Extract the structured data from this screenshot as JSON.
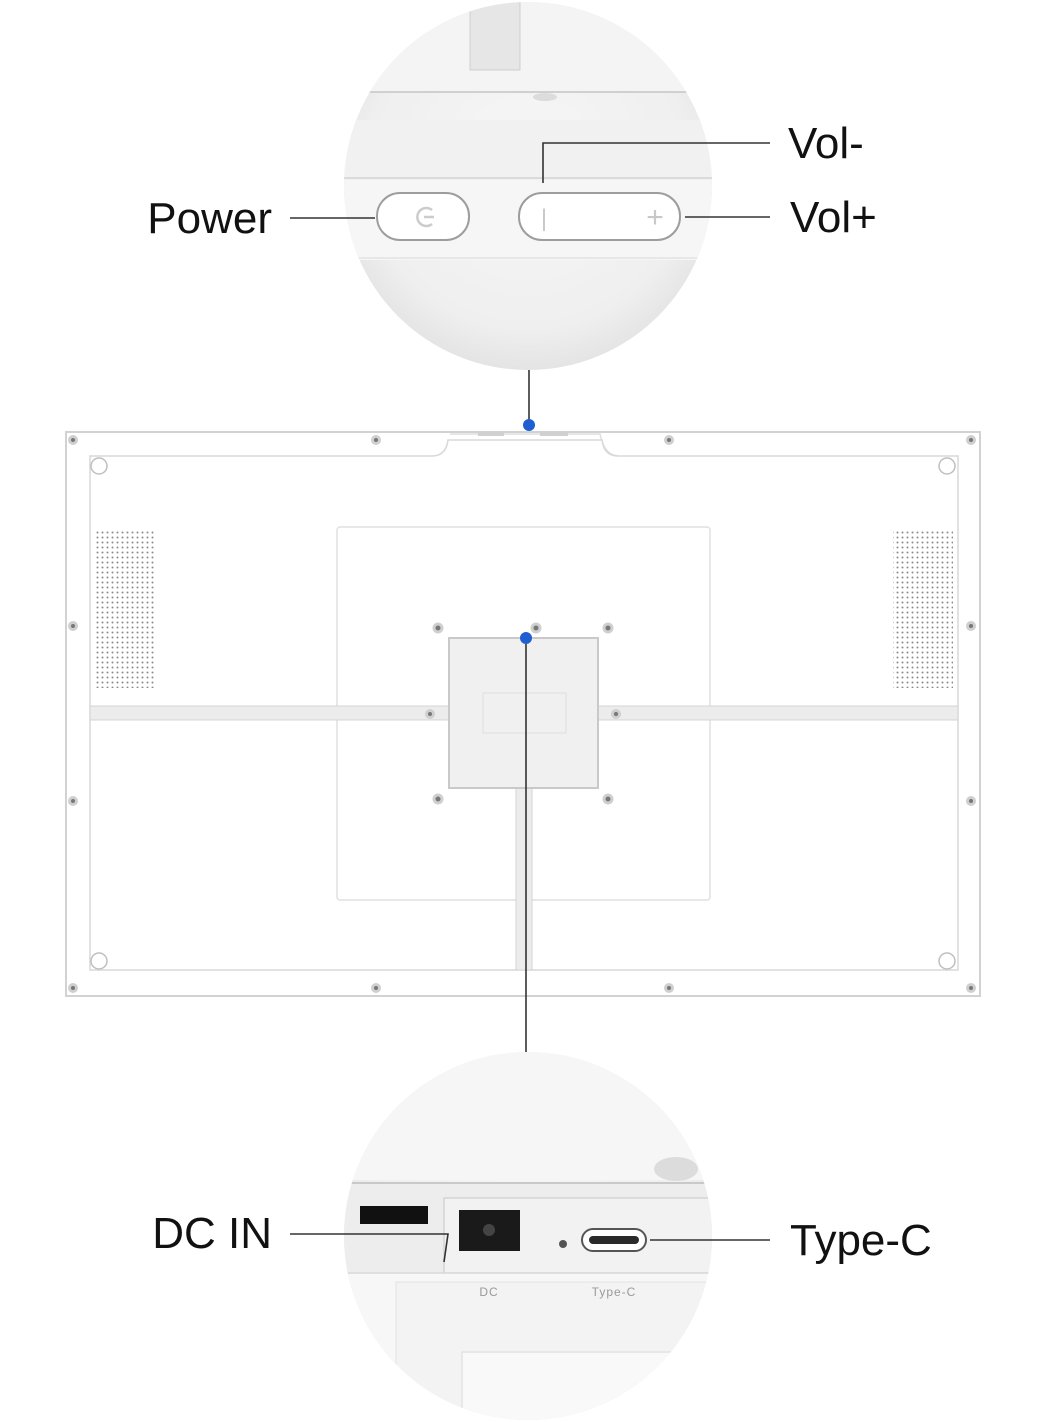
{
  "labels": {
    "power": "Power",
    "vol_minus": "Vol-",
    "vol_plus": "Vol+",
    "dc_in": "DC IN",
    "type_c": "Type-C"
  },
  "port_prints": {
    "dc": "DC",
    "type_c": "Type-C"
  },
  "button_glyphs": {
    "vol_minus": "|",
    "vol_plus": "+"
  },
  "colors": {
    "marker": "#1f5fd1",
    "leader_line": "#333333",
    "device_body": "#ffffff",
    "device_outline": "#d2d2d2"
  }
}
